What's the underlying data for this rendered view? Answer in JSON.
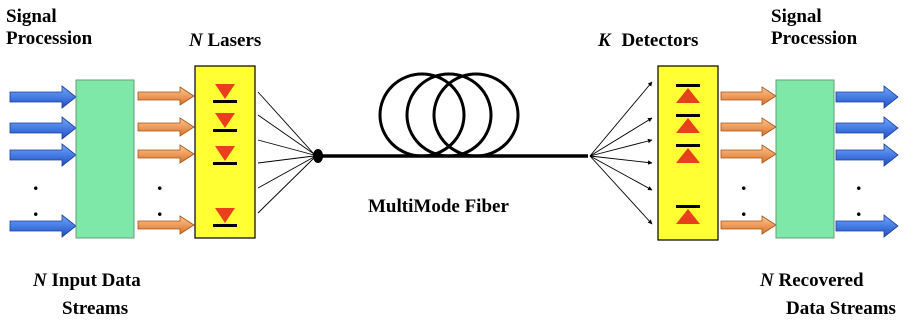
{
  "labels": {
    "left_signal_line1": "Signal",
    "left_signal_line2": "Procession",
    "lasers_var": "N",
    "lasers_text": "Lasers",
    "detectors_var": "K",
    "detectors_text": "Detectors",
    "right_signal_line1": "Signal",
    "right_signal_line2": "Procession",
    "fiber": "MultiMode Fiber",
    "input_var": "N",
    "input_text": "Input  Data",
    "input_line2": "Streams",
    "recovered_var": "N",
    "recovered_text": "Recovered",
    "recovered_line2": "Data Streams"
  },
  "ellipsis_dot": ".",
  "colors": {
    "input_arrow": "#1f5fd6",
    "processor_box": "#7ee8a8",
    "laser_box": "#ffff33",
    "transfer_arrow": "#e88c3c",
    "diode": "#e8401c",
    "fiber": "#000000"
  },
  "icons": {
    "laser": "triangle-down-diode-icon",
    "detector": "triangle-up-diode-icon",
    "fiber_coil": "fiber-loop-icon"
  }
}
